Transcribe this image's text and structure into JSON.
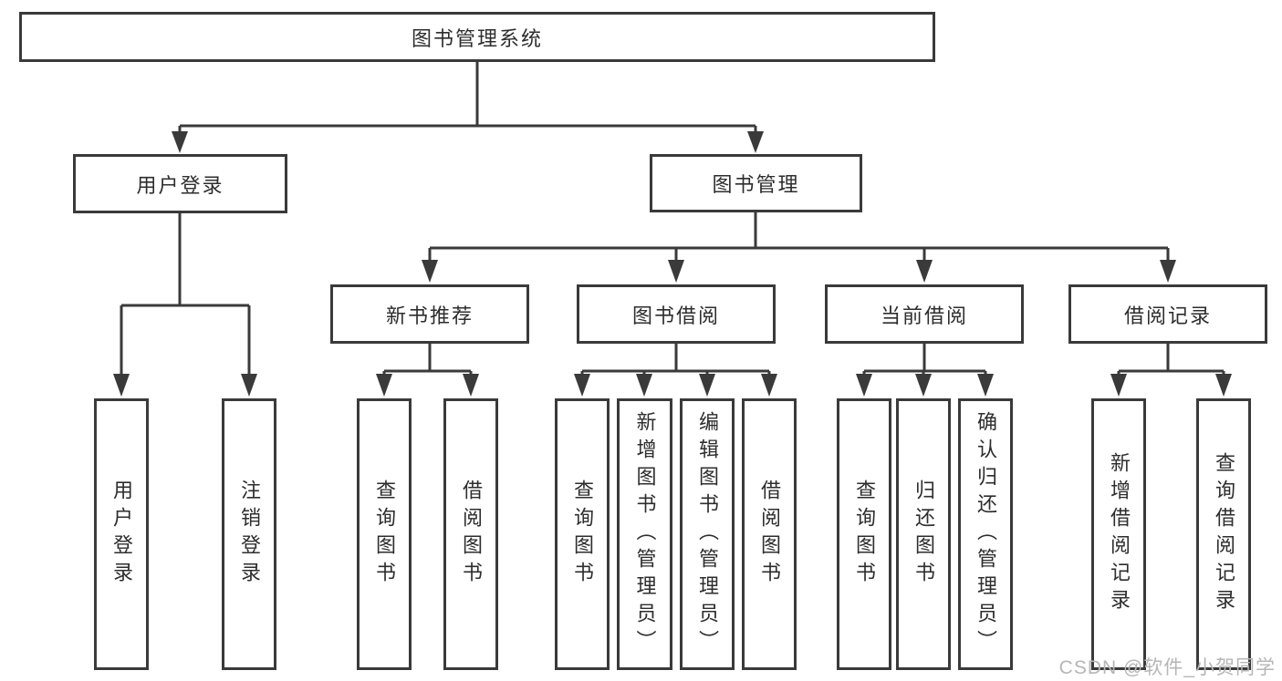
{
  "diagram": {
    "root": {
      "label": "图书管理系统"
    },
    "level2": {
      "user_login": {
        "label": "用户登录"
      },
      "book_mgmt": {
        "label": "图书管理"
      }
    },
    "level3": {
      "new_books": {
        "label": "新书推荐"
      },
      "book_borrow": {
        "label": "图书借阅"
      },
      "current_borrow": {
        "label": "当前借阅"
      },
      "borrow_records": {
        "label": "借阅记录"
      }
    },
    "leaves": {
      "login": {
        "label": "用户登录"
      },
      "logout": {
        "label": "注销登录"
      },
      "newbooks_query": {
        "label": "查询图书"
      },
      "newbooks_borrow": {
        "label": "借阅图书"
      },
      "borrow_query": {
        "label": "查询图书"
      },
      "borrow_add": {
        "label": "新增图书（管理员）"
      },
      "borrow_edit": {
        "label": "编辑图书（管理员）"
      },
      "borrow_lend": {
        "label": "借阅图书"
      },
      "current_query": {
        "label": "查询图书"
      },
      "current_return": {
        "label": "归还图书"
      },
      "current_confirm": {
        "label": "确认归还（管理员）"
      },
      "records_add": {
        "label": "新增借阅记录"
      },
      "records_query": {
        "label": "查询借阅记录"
      }
    }
  },
  "watermark": {
    "text": "CSDN @软件_小贺同学"
  },
  "colors": {
    "line": "#3a3a3a",
    "text": "#2d2d2d",
    "watermark": "#b6b6b6",
    "background": "#ffffff"
  }
}
